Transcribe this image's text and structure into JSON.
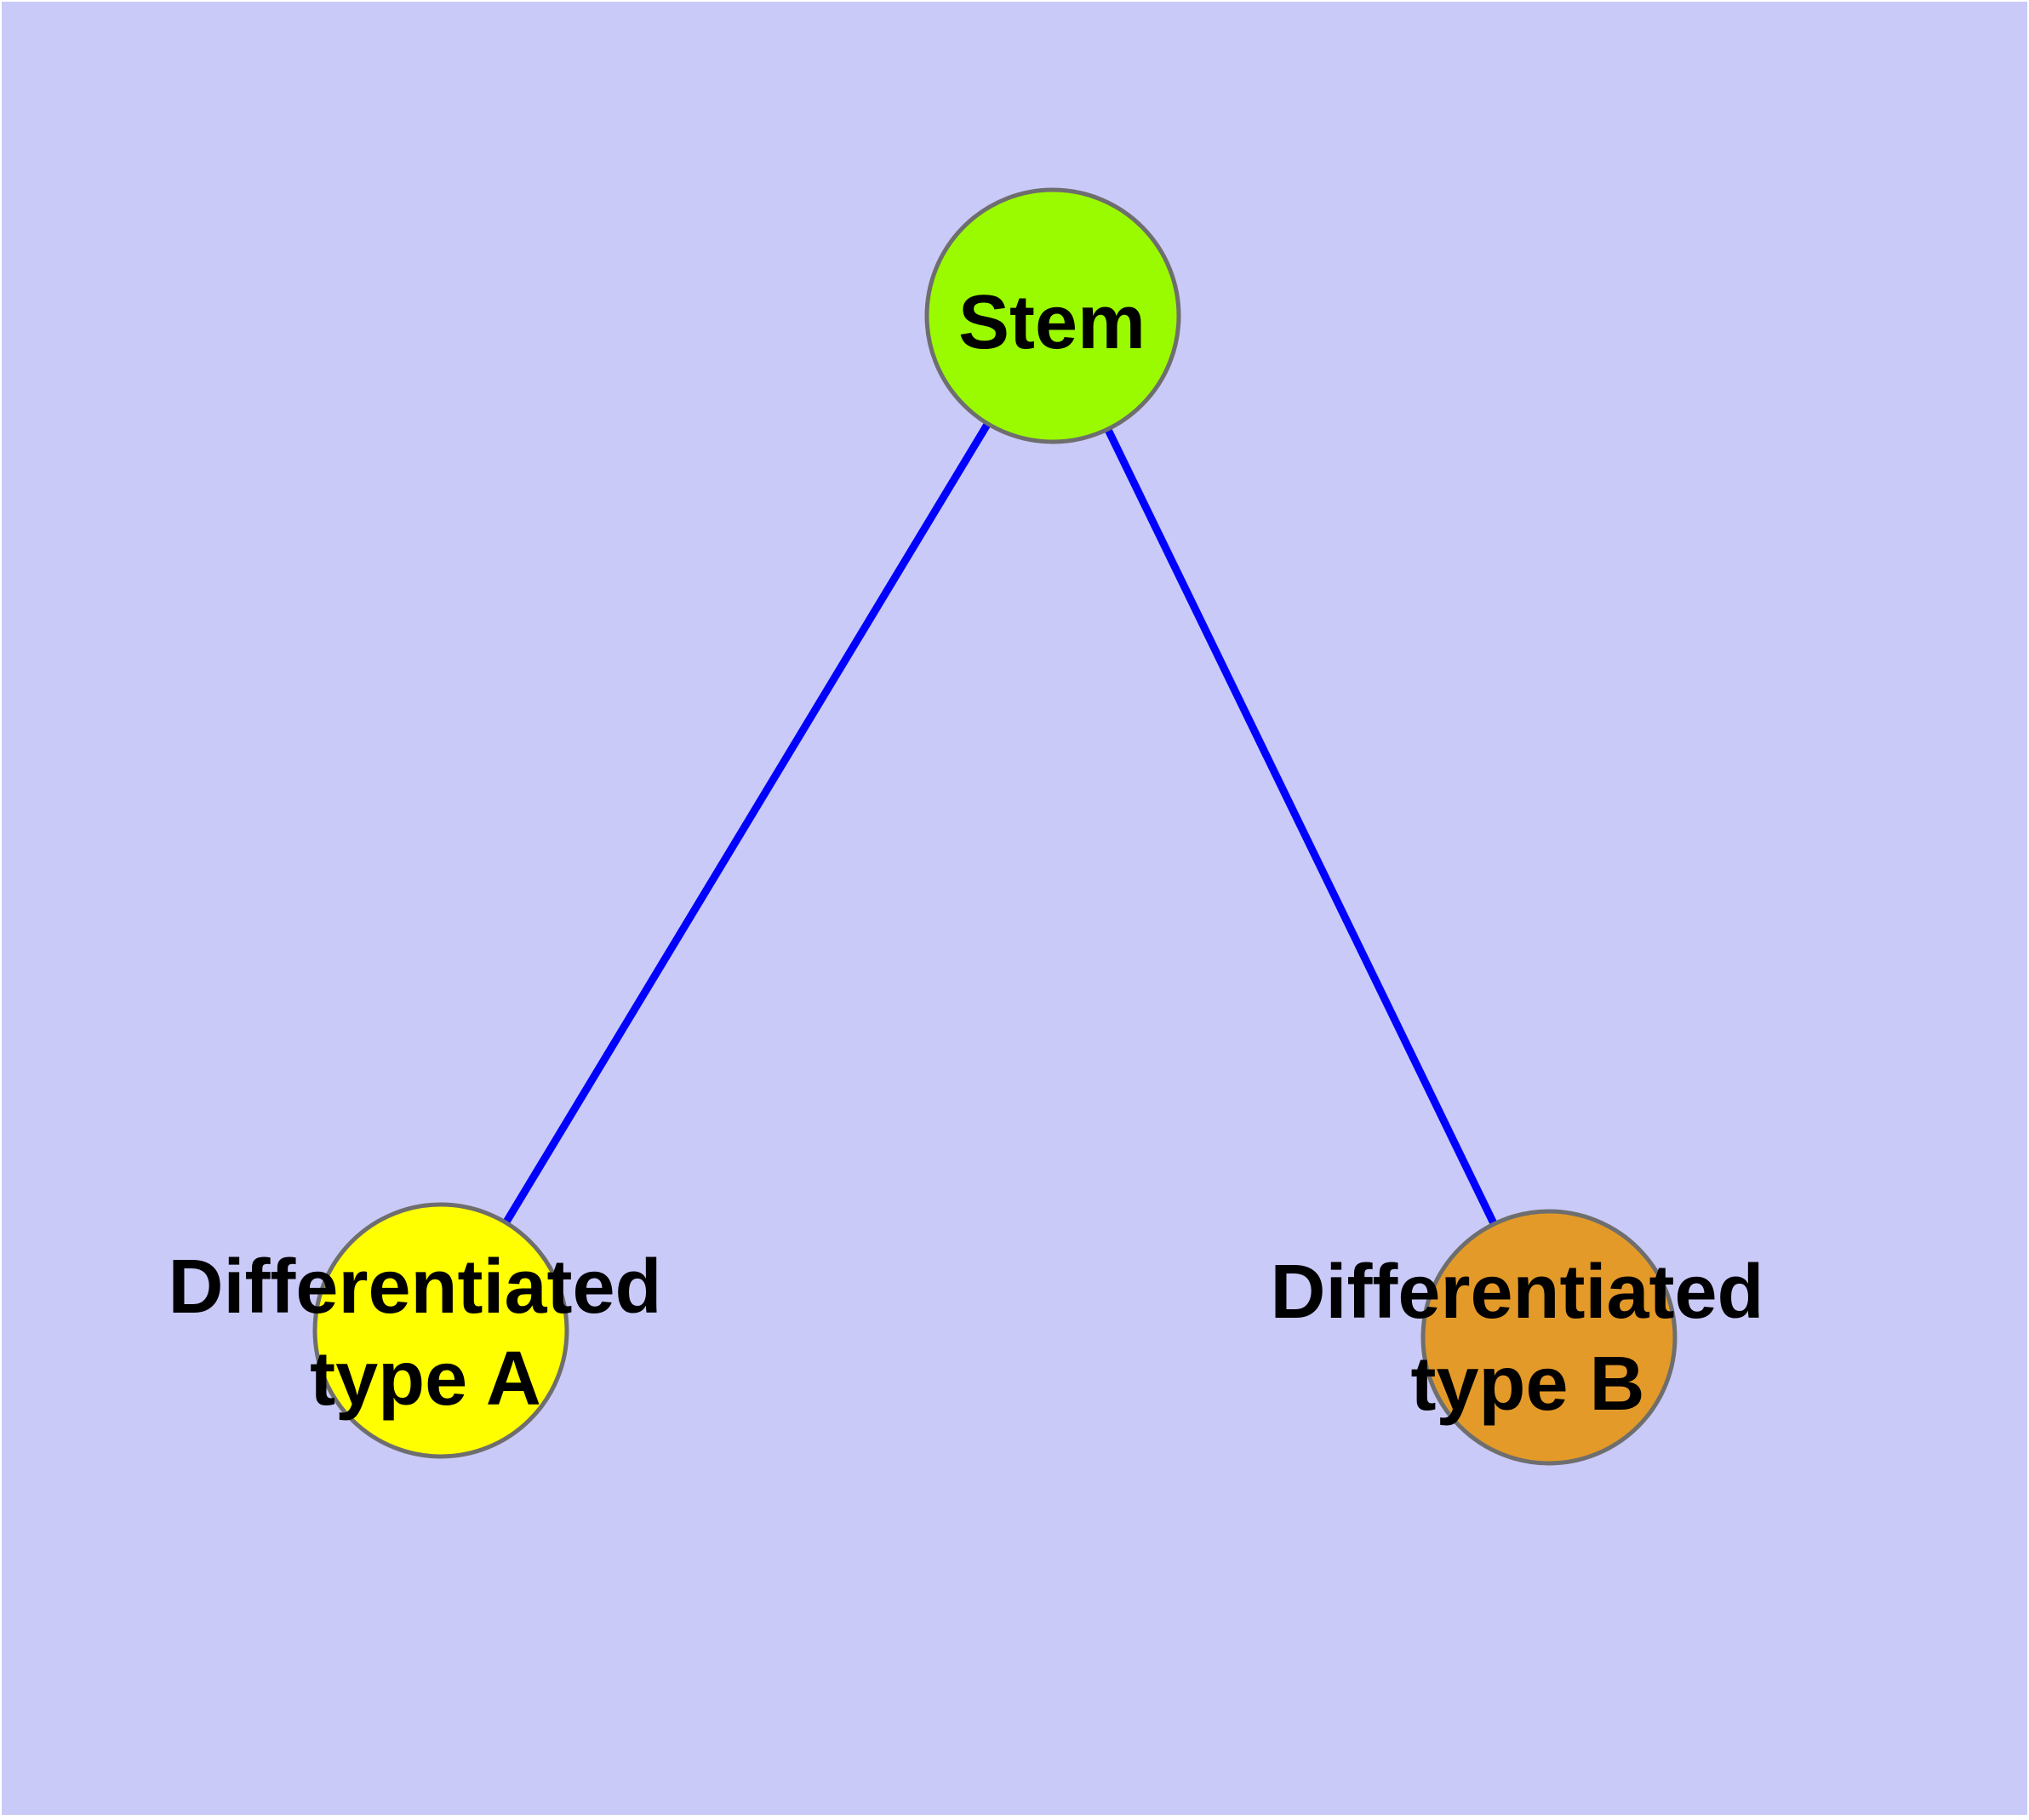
{
  "diagram": {
    "background_color": "#CACAF8",
    "frame_color": "#FFFFFF",
    "edge_color": "#0000FF",
    "node_border_color": "#6E6E6E",
    "label_color": "#000000",
    "nodes": [
      {
        "id": "stem",
        "label_lines": [
          "Stem"
        ],
        "color": "#9AFB00"
      },
      {
        "id": "type-a",
        "label_lines": [
          "Differentiated",
          "type A"
        ],
        "color": "#FFFF00"
      },
      {
        "id": "type-b",
        "label_lines": [
          "Differentiated",
          "type B"
        ],
        "color": "#E49A28"
      }
    ],
    "edges": [
      {
        "from": "stem",
        "to": "type-a"
      },
      {
        "from": "stem",
        "to": "type-b"
      }
    ]
  }
}
